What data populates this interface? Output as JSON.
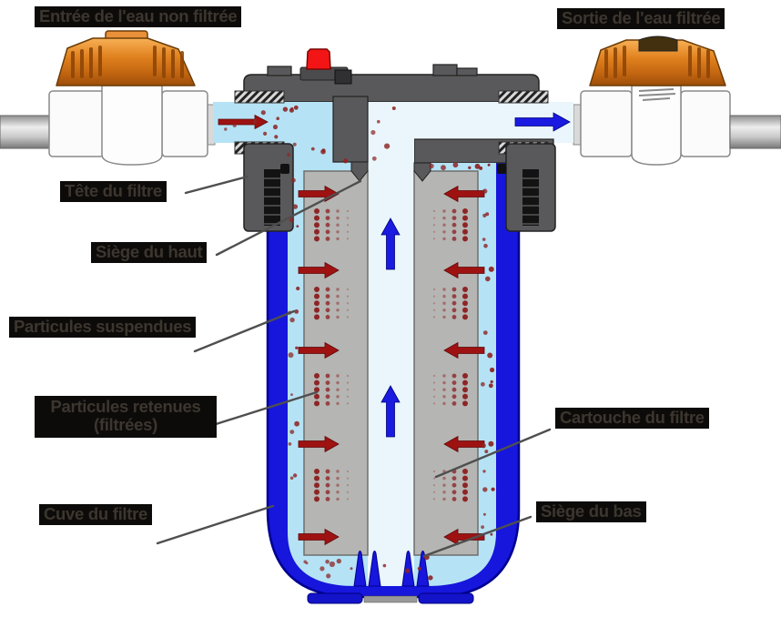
{
  "labels": {
    "inlet": "Entrée de l'eau non filtrée",
    "outlet": "Sortie de l'eau filtrée",
    "head": "Tête du filtre",
    "top_seat": "Siège du haut",
    "suspended": "Particules suspendues",
    "retained_line1": "Particules retenues",
    "retained_line2": "(filtrées)",
    "vessel": "Cuve du filtre",
    "cartridge": "Cartouche du filtre",
    "bottom_seat": "Siège du bas"
  },
  "colors": {
    "unfiltered_water": "#B5E3F5",
    "filtered_water": "#EAF6FB",
    "vessel_blue": "#1616DC",
    "vessel_outline": "#000090",
    "head_gray": "#59595B",
    "cartridge_gray": "#B5B5B3",
    "handle_orange": "#E0811E",
    "relief_button_red": "#F31515",
    "flow_arrow_red": "#9E1212",
    "flow_arrow_blue": "#1A1AE0",
    "particle_red": "#8D2525",
    "label_background": "#0D0B09",
    "label_text": "#3C362F",
    "leader_line": "#4F4F4F"
  }
}
